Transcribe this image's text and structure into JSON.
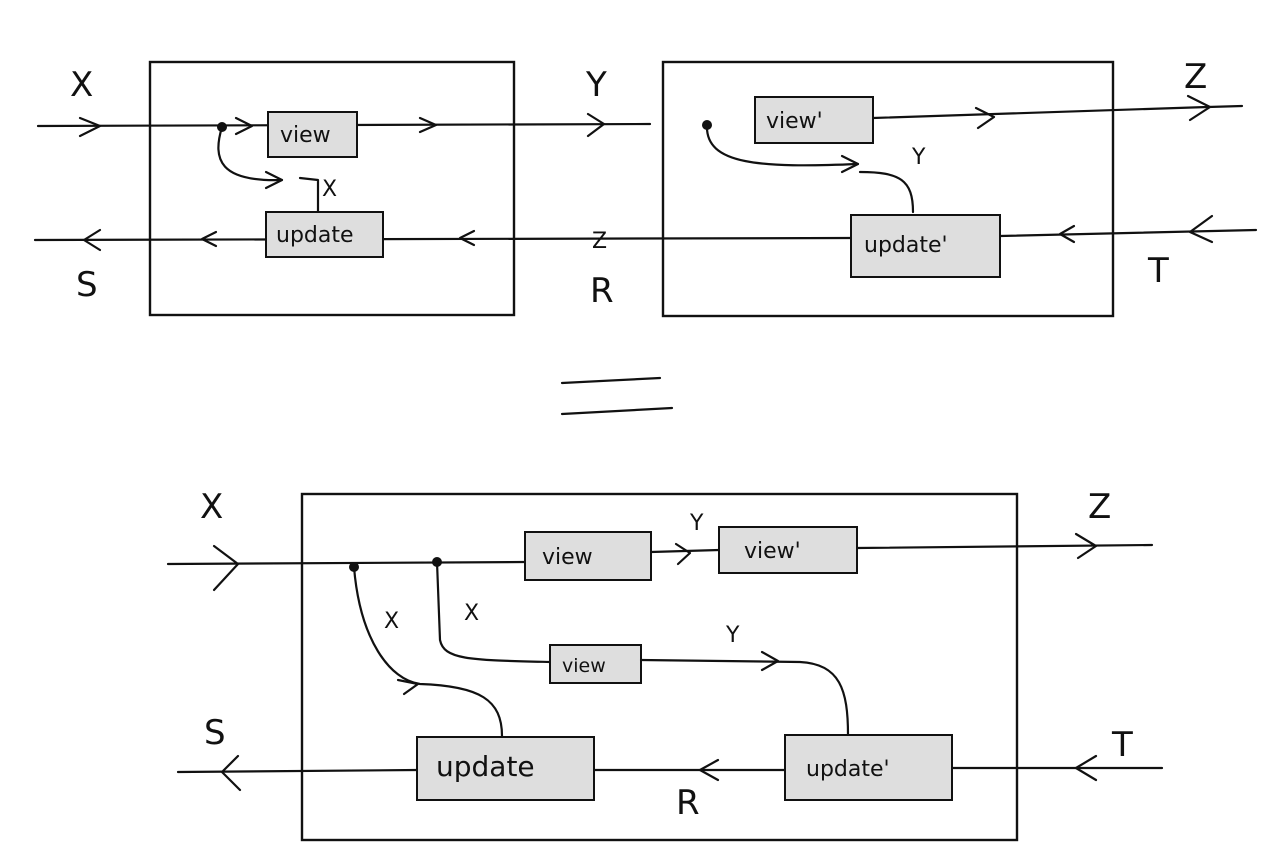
{
  "top_left": {
    "input_label": "X",
    "output_label": "Y",
    "back_in_label": "R",
    "back_out_label": "S",
    "view": "view",
    "update": "update",
    "inner_label": "X"
  },
  "top_right": {
    "input_label": "Y",
    "output_label": "Z",
    "back_in_label": "T",
    "back_out_label": "Z",
    "view": "view'",
    "update": "update'",
    "inner_label": "Y"
  },
  "equals": "=",
  "bottom": {
    "input_label": "X",
    "output_label": "Z",
    "back_in_label": "T",
    "back_out_label": "S",
    "mid_label": "Y",
    "mid_back_label": "R",
    "view": "view",
    "view_prime": "view'",
    "inner_view": "view",
    "update": "update",
    "update_prime": "update'",
    "inner_x1": "X",
    "inner_x2": "X",
    "inner_y": "Y"
  }
}
